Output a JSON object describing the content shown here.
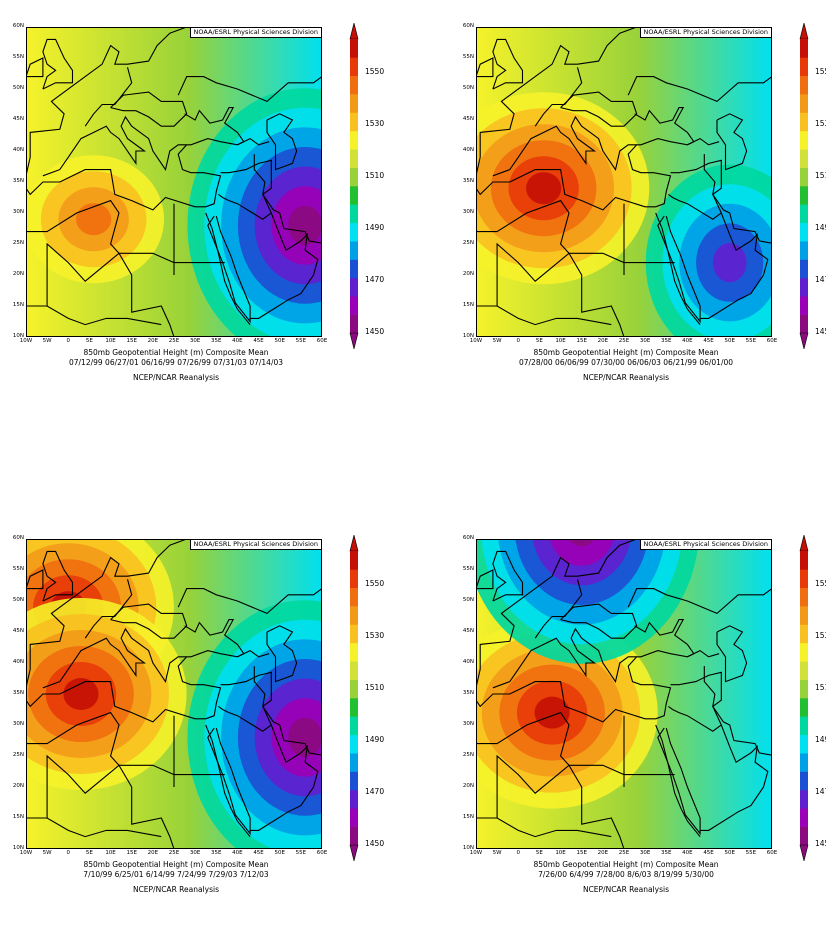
{
  "credit": "NOAA/ESRL Physical Sciences Division",
  "reanalysis": "NCEP/NCAR Reanalysis",
  "lat_labels": [
    "60N",
    "55N",
    "50N",
    "45N",
    "40N",
    "35N",
    "30N",
    "25N",
    "20N",
    "15N",
    "10N"
  ],
  "lon_labels": [
    "10W",
    "5W",
    "0",
    "5E",
    "10E",
    "15E",
    "20E",
    "25E",
    "30E",
    "35E",
    "40E",
    "45E",
    "50E",
    "55E",
    "60E"
  ],
  "colorbar_labels": [
    "1550",
    "1530",
    "1510",
    "1490",
    "1470",
    "1450"
  ],
  "colorbar_colors": [
    "#8b0a7f",
    "#9a00b5",
    "#5f1fcf",
    "#1b50d4",
    "#00a0e6",
    "#00e0f0",
    "#00d8a0",
    "#22c030",
    "#98d23a",
    "#d2e03a",
    "#f6f22a",
    "#f8c020",
    "#f29a18",
    "#ef6e10",
    "#e83a08",
    "#c41006"
  ],
  "maps": [
    {
      "caption_line1": "850mb Geopotential Height (m) Composite Mean",
      "caption_line2": "07/12/99 06/27/01 06/16/99 07/26/99 07/31/03 07/14/03",
      "highs": [
        {
          "lon": 6,
          "lat": 29,
          "level": 13
        }
      ],
      "lows": [
        {
          "lon": 56,
          "lat": 28,
          "level": 0
        }
      ]
    },
    {
      "caption_line1": "850mb Geopotential Height (m) Composite Mean",
      "caption_line2": "07/28/00 06/06/99 07/30/00 06/06/03 06/21/99 06/01/00",
      "highs": [
        {
          "lon": 6,
          "lat": 34,
          "level": 15
        }
      ],
      "lows": [
        {
          "lon": 50,
          "lat": 22,
          "level": 2
        }
      ]
    },
    {
      "caption_line1": "850mb Geopotential Height (m) Composite Mean",
      "caption_line2": "7/10/99 6/25/01 6/14/99 7/24/99 7/29/03 7/12/03",
      "highs": [
        {
          "lon": 0,
          "lat": 49,
          "level": 15
        },
        {
          "lon": 3,
          "lat": 35,
          "level": 15
        }
      ],
      "lows": [
        {
          "lon": 56,
          "lat": 28,
          "level": 0
        }
      ]
    },
    {
      "caption_line1": "850mb Geopotential Height (m) Composite Mean",
      "caption_line2": "7/26/00 6/4/99 7/28/00 8/6/03 8/19/99 5/30/00",
      "highs": [
        {
          "lon": 8,
          "lat": 32,
          "level": 15
        }
      ],
      "lows": [
        {
          "lon": 15,
          "lat": 62,
          "level": 0
        }
      ]
    }
  ]
}
